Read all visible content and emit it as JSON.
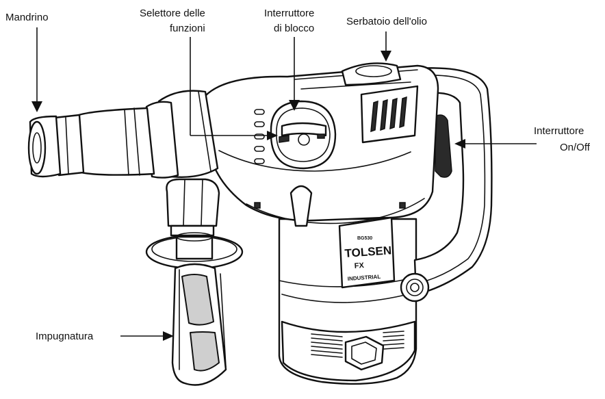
{
  "labels": {
    "mandrino": "Mandrino",
    "selettore_1": "Selettore delle",
    "selettore_2": "funzioni",
    "interruttore_blocco_1": "Interruttore",
    "interruttore_blocco_2": "di blocco",
    "serbatoio": "Serbatoio dell'olio",
    "interruttore_onoff_1": "Interruttore",
    "interruttore_onoff_2": "On/Off",
    "impugnatura": "Impugnatura"
  },
  "product": {
    "model": "BG530",
    "brand": "TOLSEN",
    "sub": "FX",
    "series": "INDUSTRIAL"
  },
  "colors": {
    "line": "#111111",
    "grey_fill": "#cfcfcf",
    "dark_fill": "#2a2a2a",
    "background": "#ffffff"
  }
}
